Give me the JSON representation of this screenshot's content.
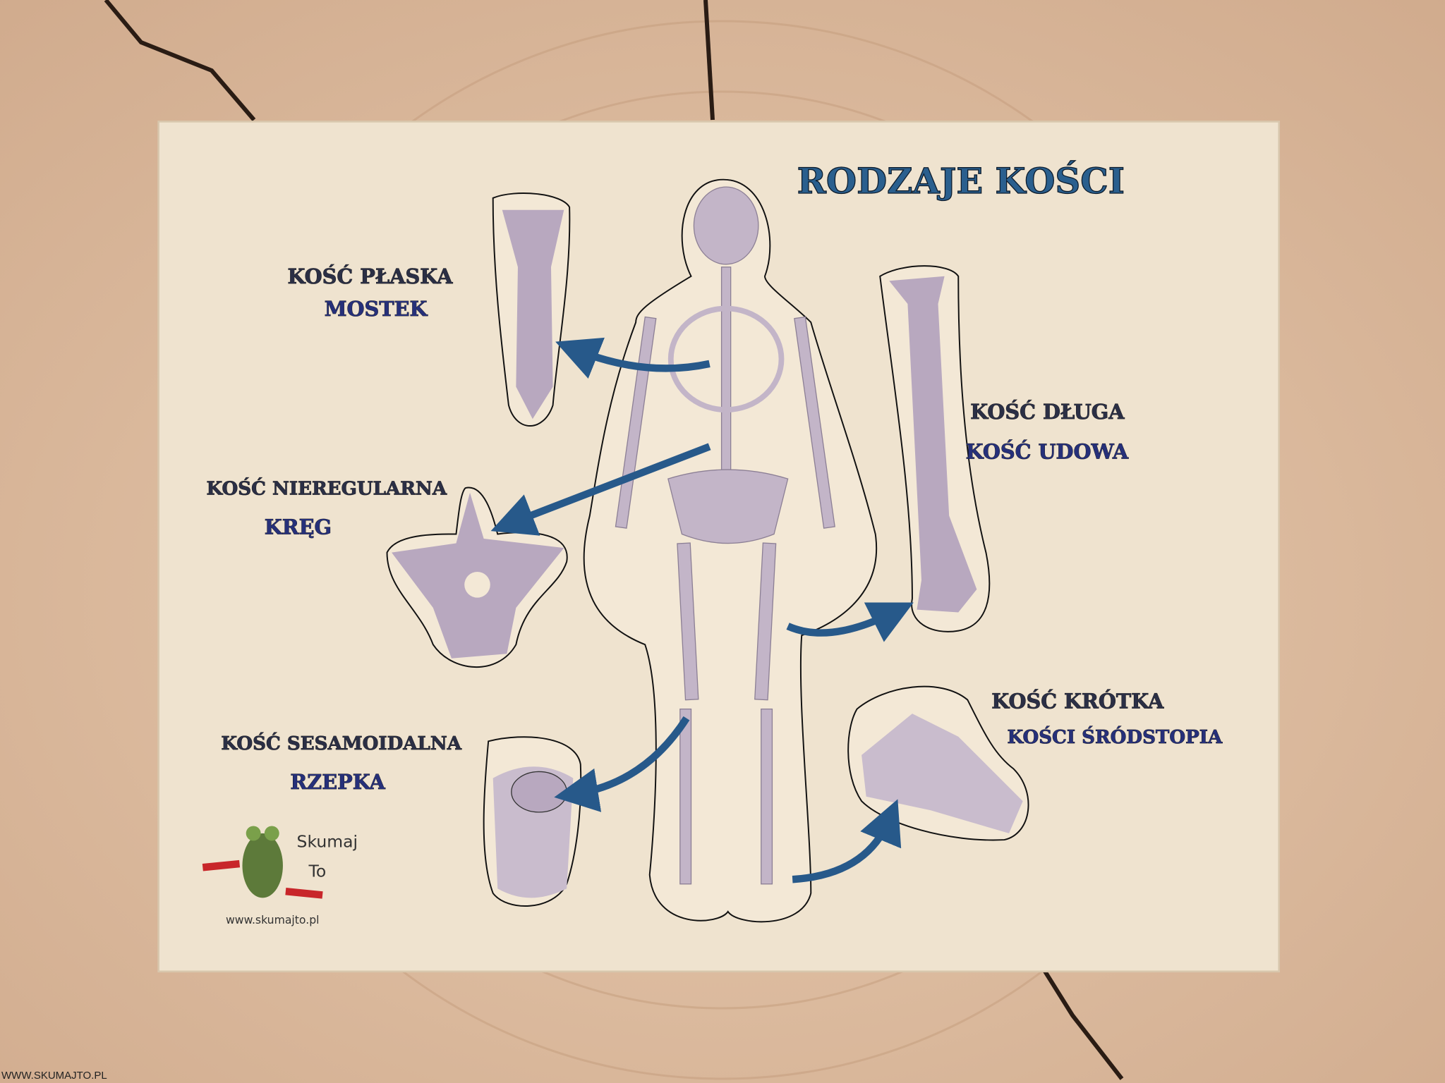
{
  "board": {
    "title": "RODZAJE KOŚCI",
    "labels": {
      "flat": {
        "type": "KOŚĆ PŁASKA",
        "example": "MOSTEK"
      },
      "irregular": {
        "type": "KOŚĆ NIEREGULARNA",
        "example": "KRĘG"
      },
      "sesamoid": {
        "type": "KOŚĆ SESAMOIDALNA",
        "example": "RZEPKA"
      },
      "long": {
        "type": "KOŚĆ DŁUGA",
        "example": "KOŚĆ UDOWA"
      },
      "short": {
        "type": "KOŚĆ KRÓTKA",
        "example": "KOŚCI ŚRÓDSTOPIA"
      }
    },
    "logo": {
      "name_line1": "Skumaj",
      "name_line2": "To",
      "url": "www.skumajto.pl"
    }
  },
  "watermark": "WWW.SKUMAJTO.PL",
  "colors": {
    "wood": "#d9b89c",
    "board": "#efe3cf",
    "arrow": "#27598a",
    "bone": "#b8a8bf"
  }
}
